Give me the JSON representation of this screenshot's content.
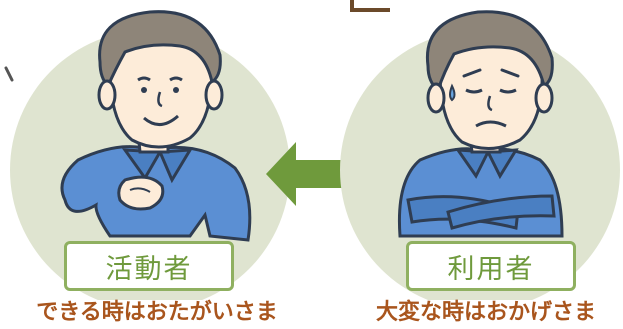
{
  "left_person": {
    "role_label": "活動者",
    "caption": "できる時はおたがいさま"
  },
  "right_person": {
    "role_label": "利用者",
    "caption": "大変な時はおかげさま"
  },
  "arrow": {
    "icon": "double-arrow-icon"
  },
  "colors": {
    "circle_bg": "#dfe4d0",
    "shirt": "#5b8fd3",
    "hair": "#8e8579",
    "skin": "#fdecd9",
    "label_border": "#8fb060",
    "label_text": "#6f9a3c",
    "arrow": "#6f9a3c",
    "caption_text": "#a9551d"
  }
}
